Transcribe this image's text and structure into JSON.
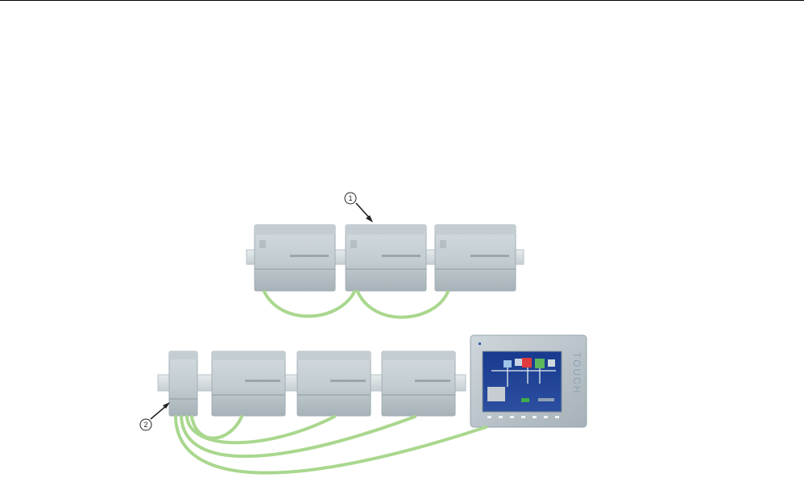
{
  "callouts": [
    {
      "label": "1",
      "target": "cpu-module-center"
    },
    {
      "label": "2",
      "target": "switch-module"
    }
  ],
  "hmi": {
    "brand": "TOUCH"
  },
  "colors": {
    "cable": "#a9d78e",
    "module_body": "#c9d2d6",
    "module_dark": "#9aa6ad",
    "din_rail": "#d9e0e3",
    "hmi_frame": "#b7c1c8",
    "hmi_screen": "#1f3e8c"
  }
}
